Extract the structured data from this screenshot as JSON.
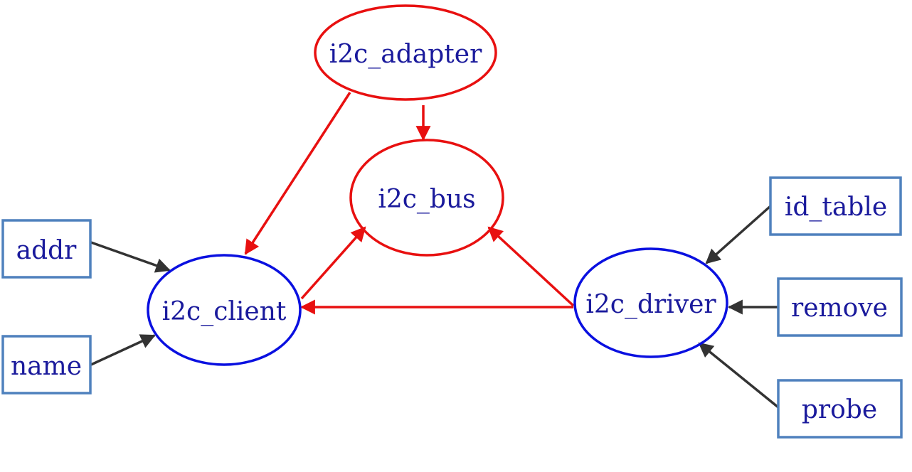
{
  "nodes": {
    "adapter": {
      "label": "i2c_adapter",
      "color": "#e81010"
    },
    "bus": {
      "label": "i2c_bus",
      "color": "#e81010"
    },
    "client": {
      "label": "i2c_client",
      "color": "#0a10e0"
    },
    "driver": {
      "label": "i2c_driver",
      "color": "#0a10e0"
    }
  },
  "boxes": {
    "addr": {
      "label": "addr"
    },
    "name": {
      "label": "name"
    },
    "id_table": {
      "label": "id_table"
    },
    "remove": {
      "label": "remove"
    },
    "probe": {
      "label": "probe"
    }
  },
  "colors": {
    "box_border": "#4f81bd",
    "text": "#1a1a9c",
    "member_arrow": "#333333",
    "relation_arrow": "#e81010"
  }
}
